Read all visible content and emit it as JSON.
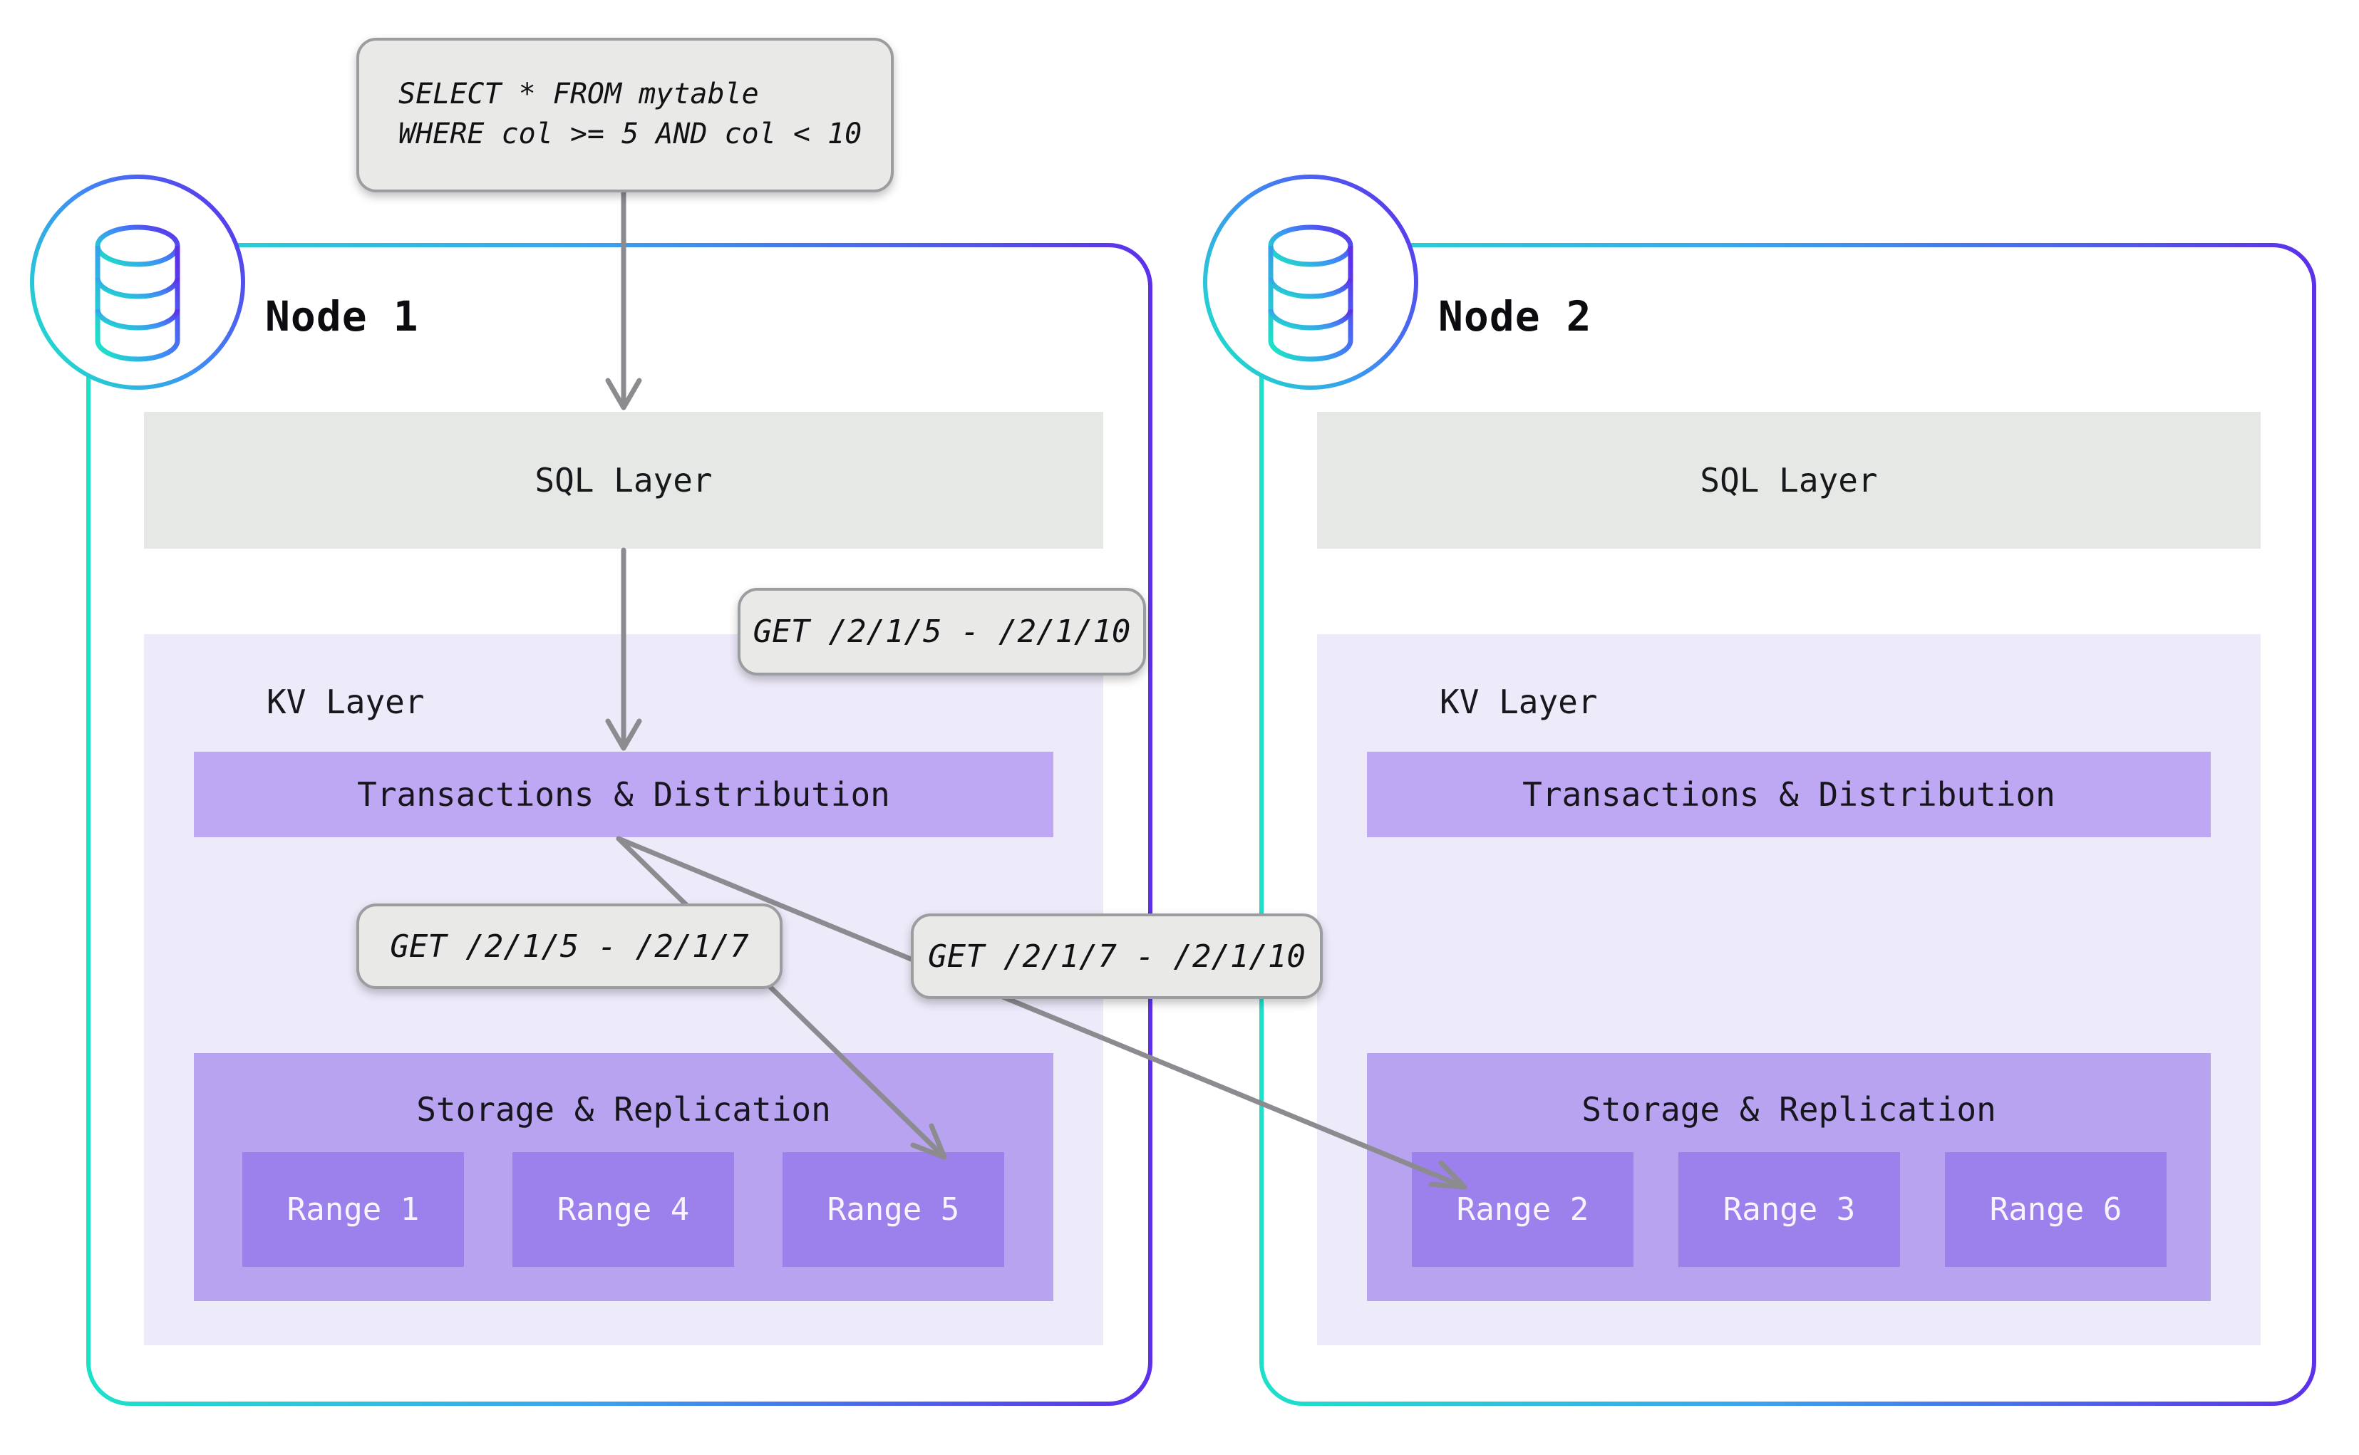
{
  "query": {
    "line1": "SELECT * FROM mytable",
    "line2": "WHERE col >= 5 AND col < 10"
  },
  "requests": {
    "full": "GET /2/1/5 - /2/1/10",
    "left": "GET /2/1/5 - /2/1/7",
    "right": "GET /2/1/7 - /2/1/10"
  },
  "nodes": [
    {
      "title": "Node 1",
      "sql_label": "SQL Layer",
      "kv_label": "KV Layer",
      "txn_label": "Transactions & Distribution",
      "storage_label": "Storage & Replication",
      "ranges": [
        "Range 1",
        "Range 4",
        "Range 5"
      ]
    },
    {
      "title": "Node 2",
      "sql_label": "SQL Layer",
      "kv_label": "KV Layer",
      "txn_label": "Transactions & Distribution",
      "storage_label": "Storage & Replication",
      "ranges": [
        "Range 2",
        "Range 3",
        "Range 6"
      ]
    }
  ],
  "colors": {
    "gradient_teal": "#1EE0C9",
    "gradient_blue": "#38A7EF",
    "gradient_purple": "#5C31EA",
    "arrow_gray": "#8B8B90",
    "sql_layer_bg": "#E6E8E5",
    "kv_layer_bg": "#EDEAFA",
    "transactions_bg": "#BEA8F4",
    "storage_bg": "#B7A3F0",
    "range_bg": "#9C81EC",
    "range_text": "#F7F4FD",
    "label_box_bg": "#E9EAE8",
    "label_box_border": "#9B9EA0",
    "dark_text": "#17171C"
  }
}
